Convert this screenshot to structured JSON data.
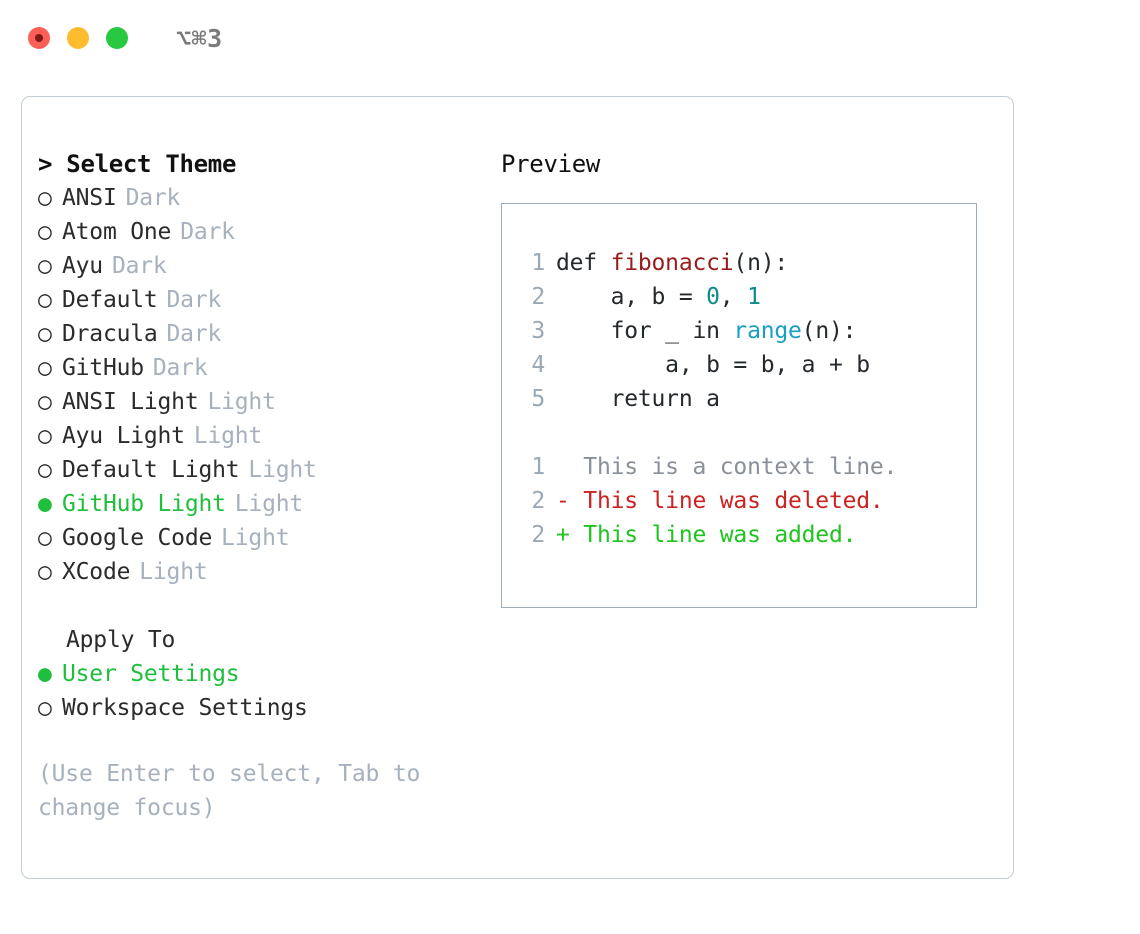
{
  "titlebar": {
    "shortcut": "⌥⌘3",
    "dots": [
      "close-red",
      "minimize-yellow",
      "maximize-green"
    ]
  },
  "theme_panel": {
    "heading": "> Select Theme",
    "bullet_selected": "●",
    "bullet_unselected": "○",
    "accent_color": "#1fbf3d",
    "category_color": "#a7b1bd",
    "themes": [
      {
        "name": "ANSI",
        "category": "Dark",
        "selected": false
      },
      {
        "name": "Atom One",
        "category": "Dark",
        "selected": false
      },
      {
        "name": "Ayu",
        "category": "Dark",
        "selected": false
      },
      {
        "name": "Default",
        "category": "Dark",
        "selected": false
      },
      {
        "name": "Dracula",
        "category": "Dark",
        "selected": false
      },
      {
        "name": "GitHub",
        "category": "Dark",
        "selected": false
      },
      {
        "name": "ANSI Light",
        "category": "Light",
        "selected": false
      },
      {
        "name": "Ayu Light",
        "category": "Light",
        "selected": false
      },
      {
        "name": "Default Light",
        "category": "Light",
        "selected": false
      },
      {
        "name": "GitHub Light",
        "category": "Light",
        "selected": true
      },
      {
        "name": "Google Code",
        "category": "Light",
        "selected": false
      },
      {
        "name": "XCode",
        "category": "Light",
        "selected": false
      }
    ],
    "apply_to": {
      "heading": "Apply To",
      "options": [
        {
          "label": "User Settings",
          "selected": true
        },
        {
          "label": "Workspace Settings",
          "selected": false
        }
      ]
    },
    "hint": "(Use Enter to select, Tab to change focus)"
  },
  "preview": {
    "title": "Preview",
    "code_lines": [
      {
        "number": "1",
        "tokens": [
          {
            "text": "def ",
            "type": "kw"
          },
          {
            "text": "fibonacci",
            "type": "fn"
          },
          {
            "text": "(n):",
            "type": "plain"
          }
        ]
      },
      {
        "number": "2",
        "tokens": [
          {
            "text": "    a, b = ",
            "type": "plain"
          },
          {
            "text": "0",
            "type": "num"
          },
          {
            "text": ", ",
            "type": "plain"
          },
          {
            "text": "1",
            "type": "num"
          }
        ]
      },
      {
        "number": "3",
        "tokens": [
          {
            "text": "    for _ in ",
            "type": "kw"
          },
          {
            "text": "range",
            "type": "call"
          },
          {
            "text": "(n):",
            "type": "plain"
          }
        ]
      },
      {
        "number": "4",
        "tokens": [
          {
            "text": "        a, b = b, a + b",
            "type": "plain"
          }
        ]
      },
      {
        "number": "5",
        "tokens": [
          {
            "text": "    return a",
            "type": "kw"
          }
        ]
      }
    ],
    "diff_lines": [
      {
        "number": "1",
        "marker": "  ",
        "text": "This is a context line.",
        "kind": "context"
      },
      {
        "number": "2",
        "marker": "- ",
        "text": "This line was deleted.",
        "kind": "deleted"
      },
      {
        "number": "2",
        "marker": "+ ",
        "text": "This line was added.",
        "kind": "added"
      }
    ],
    "diff_colors": {
      "context": "#8a9099",
      "deleted": "#cc2222",
      "added": "#1fc41f"
    }
  }
}
